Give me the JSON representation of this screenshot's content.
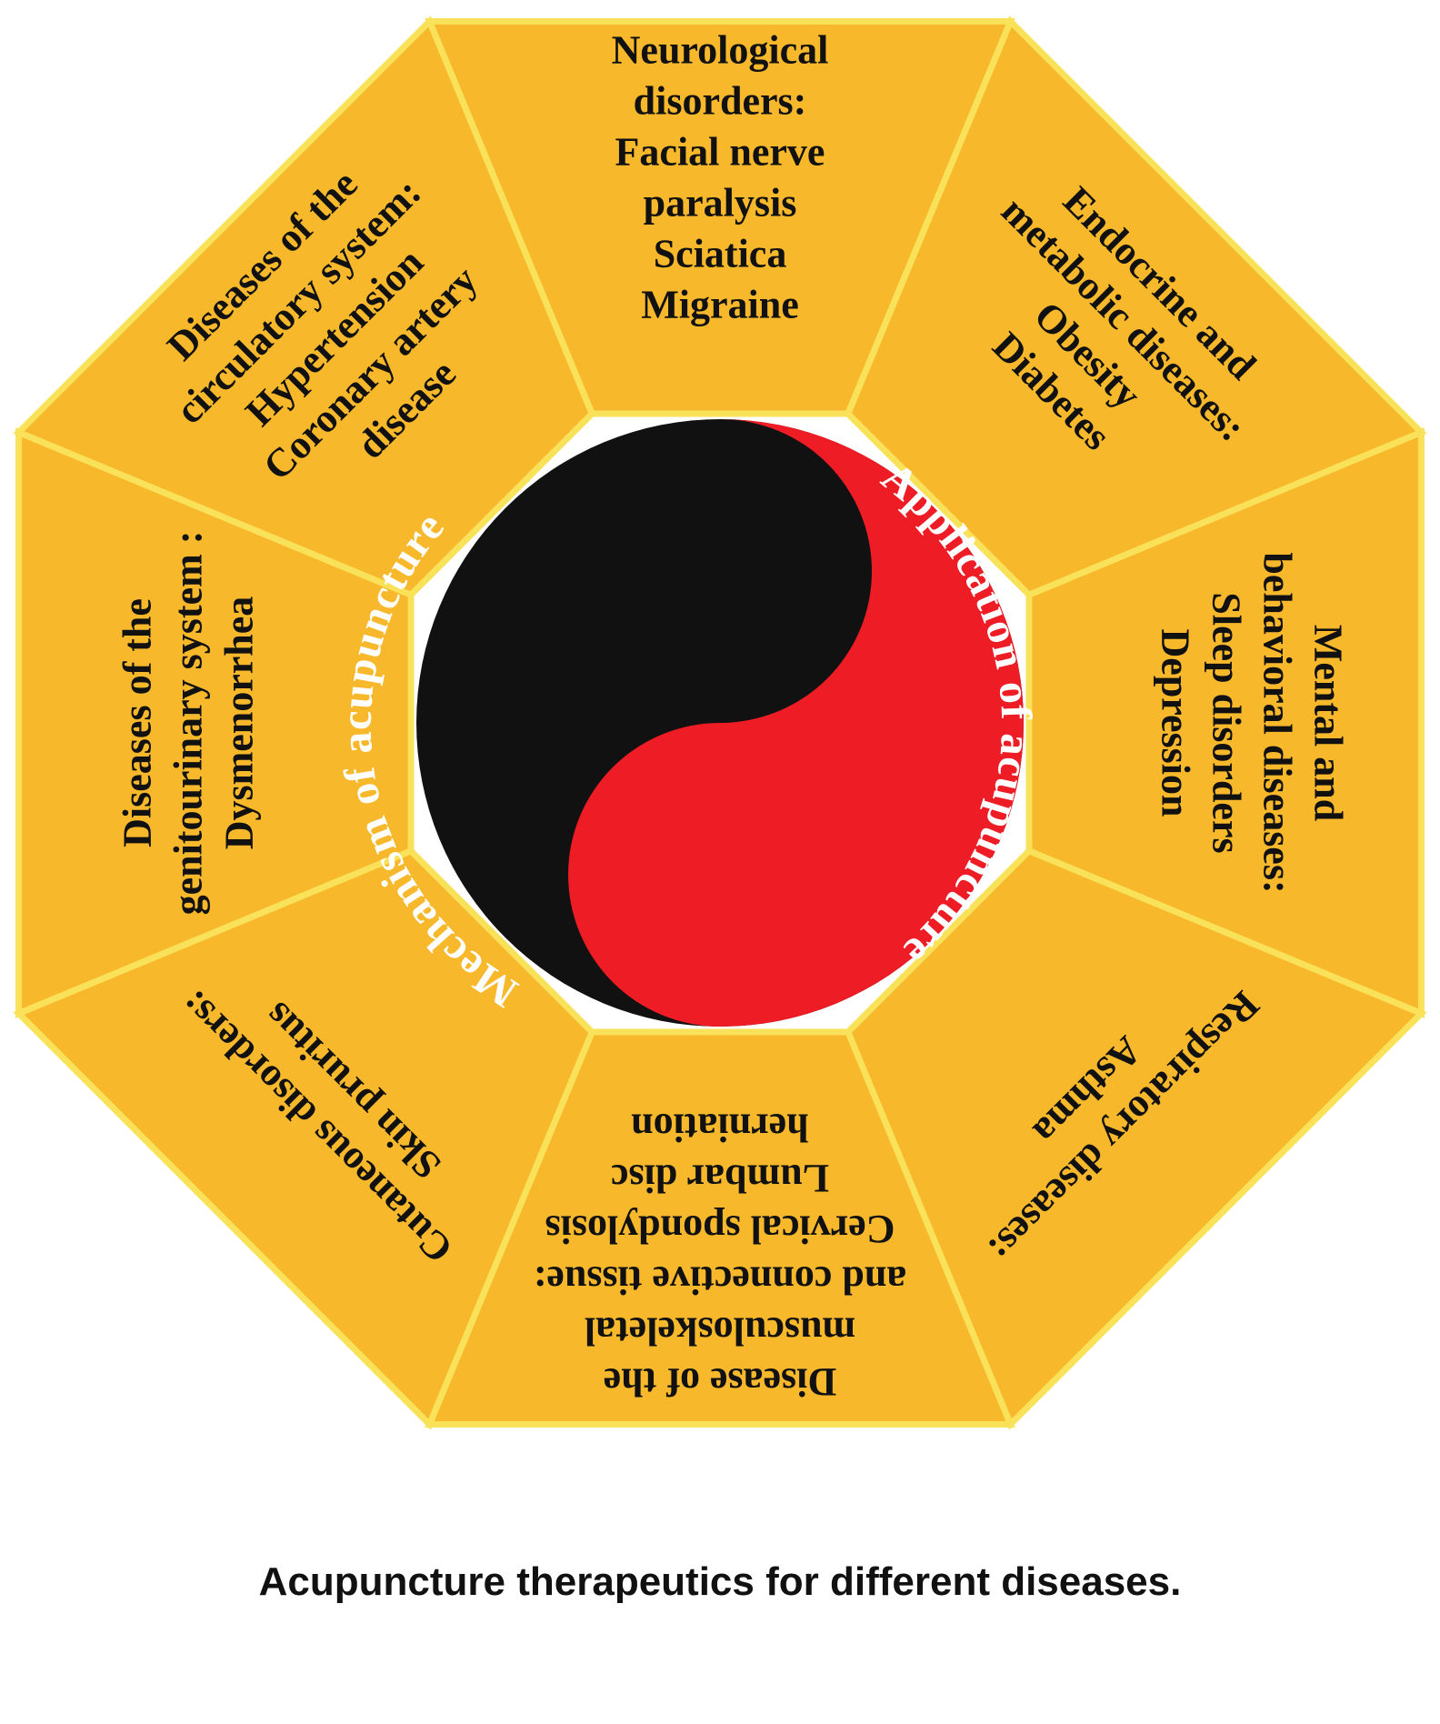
{
  "colors": {
    "segment_fill": "#F7B82B",
    "segment_border": "#F9E15A",
    "yin": "#111111",
    "yang": "#EE1C24",
    "ring_text": "#FFFFFF"
  },
  "segments": [
    {
      "id": "neurological",
      "lines": [
        "Neurological",
        "disorders:",
        "Facial nerve",
        "paralysis",
        "Sciatica",
        "Migraine"
      ]
    },
    {
      "id": "endocrine",
      "lines": [
        "Endocrine and",
        "metabolic diseases:",
        "Obesity",
        "Diabetes"
      ]
    },
    {
      "id": "mental",
      "lines": [
        "Mental and",
        "behavioral diseases:",
        "Sleep disorders",
        "Depression"
      ]
    },
    {
      "id": "respiratory",
      "lines": [
        "Respiratory diseases:",
        "Asthma"
      ]
    },
    {
      "id": "musculoskeletal",
      "lines": [
        "Disease of the",
        "musculoskeletal",
        "and connective tissue:",
        "Cervical spondylosis",
        "Lumbar disc",
        "herniation"
      ]
    },
    {
      "id": "cutaneous",
      "lines": [
        "Cutaneous disorders:",
        "Skin pruritus"
      ]
    },
    {
      "id": "genitourinary",
      "lines": [
        "Diseases of the",
        "genitourinary system :",
        "Dysmenorrhea"
      ]
    },
    {
      "id": "circulatory",
      "lines": [
        "Diseases of the",
        "circulatory system:",
        "Hypertension",
        "Coronary artery",
        "disease"
      ]
    }
  ],
  "yin_yang": {
    "mechanism_label": "Mechanism of acupuncture",
    "application_label": "Application of acupuncture"
  },
  "caption": "Acupuncture therapeutics for different diseases."
}
